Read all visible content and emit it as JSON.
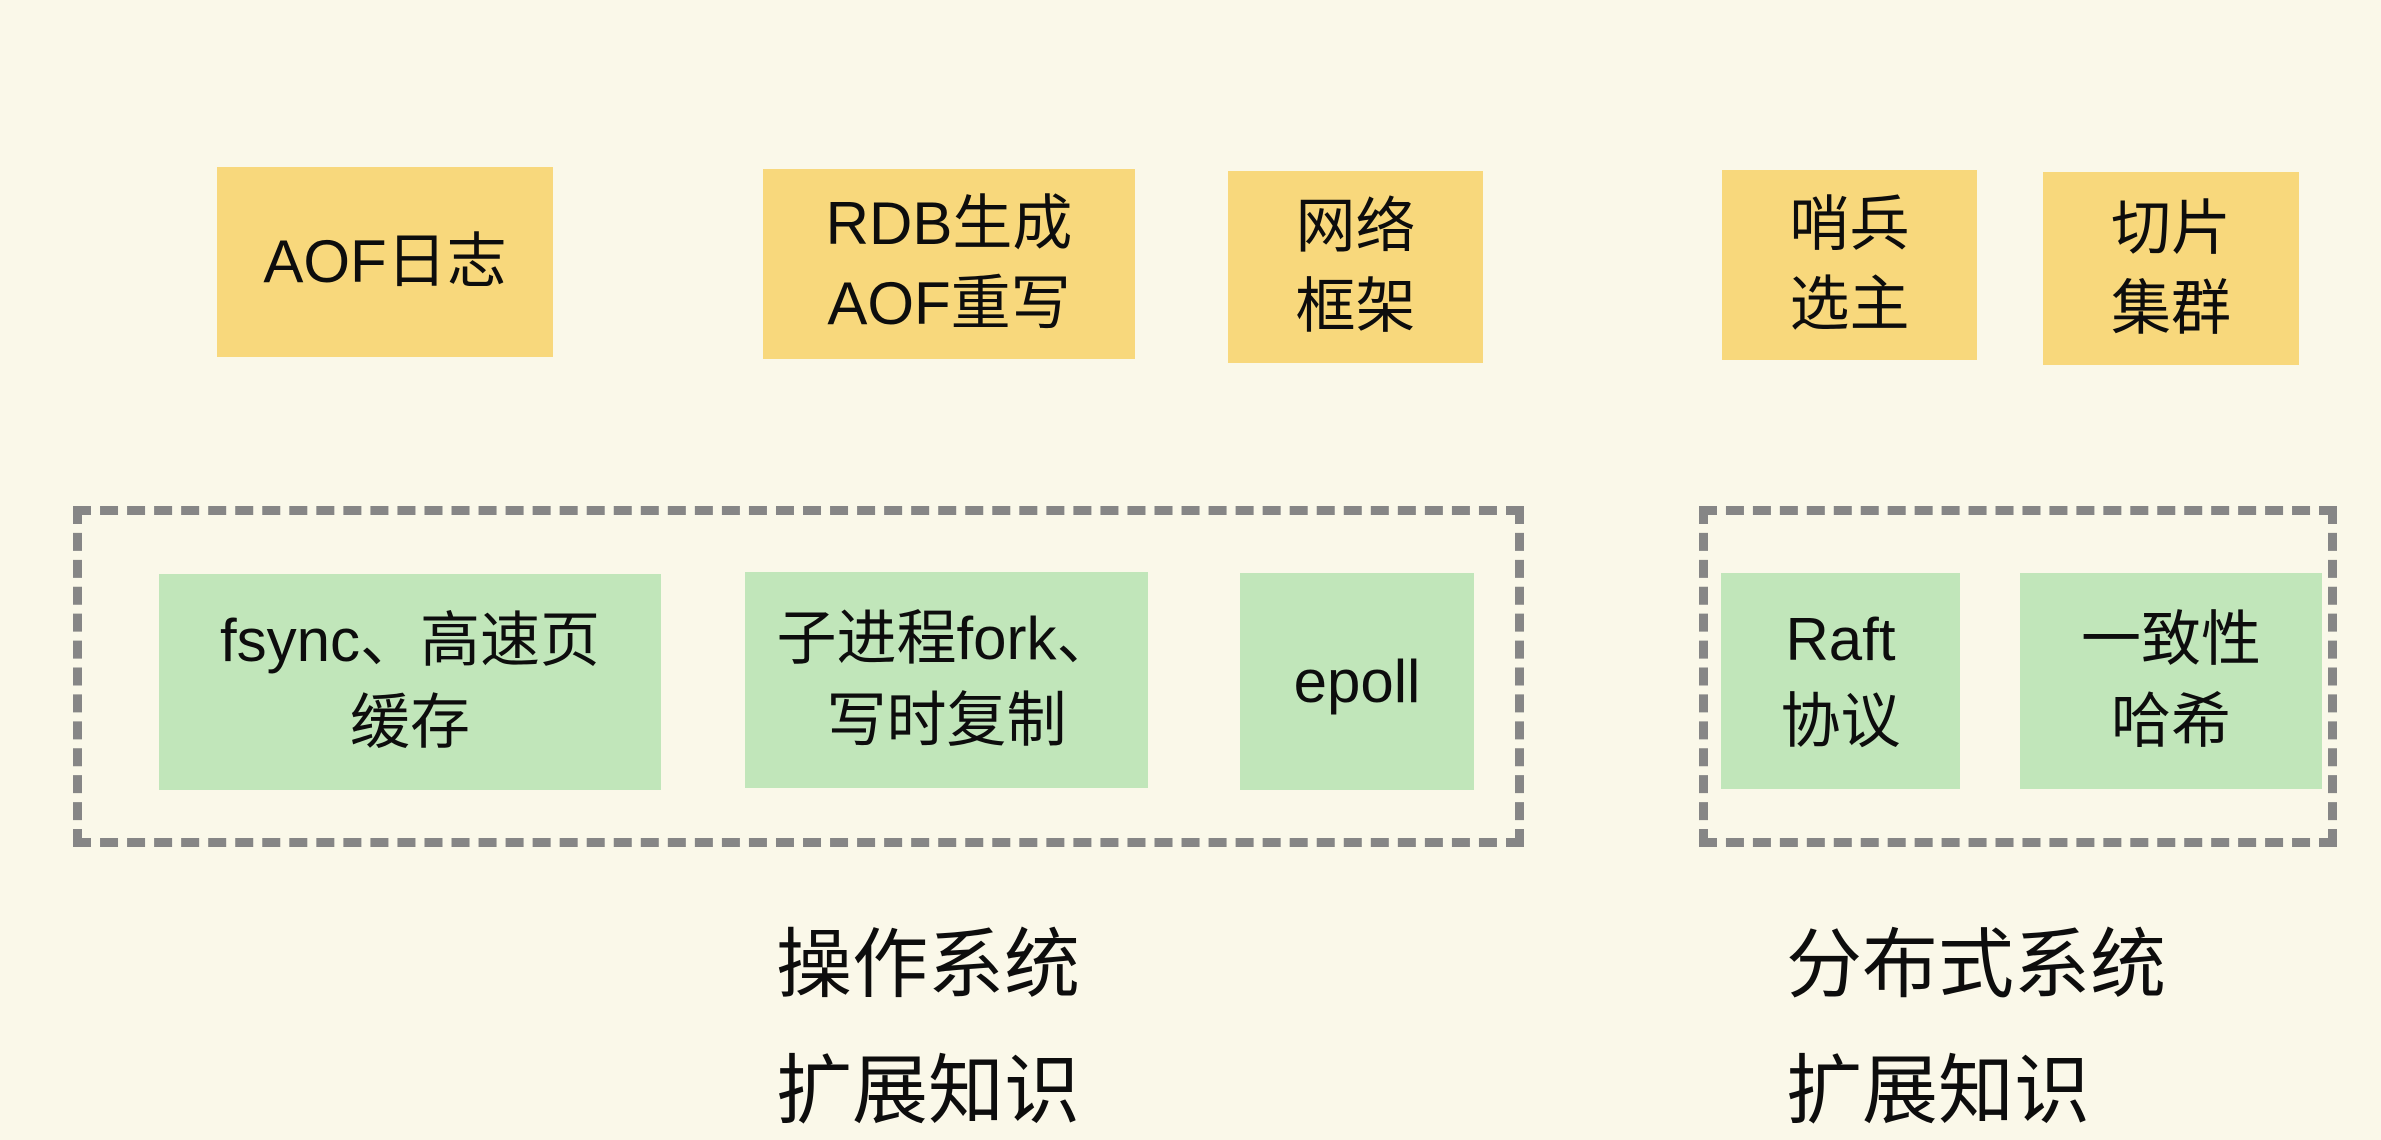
{
  "diagram": {
    "colors": {
      "background": "#faf8e9",
      "topic_fill": "#f8d87c",
      "detail_fill": "#c1e6ba",
      "dash": "#868686",
      "text": "#0d0d0d"
    },
    "topic_row": [
      {
        "label": "AOF日志"
      },
      {
        "label": "RDB生成\nAOF重写"
      },
      {
        "label": "网络\n框架"
      },
      {
        "label": "哨兵\n选主"
      },
      {
        "label": "切片\n集群"
      }
    ],
    "groups": [
      {
        "title": "操作系统\n扩展知识",
        "items": [
          {
            "label": "fsync、高速页\n缓存"
          },
          {
            "label": "子进程fork、\n写时复制"
          },
          {
            "label": "epoll"
          }
        ]
      },
      {
        "title": "分布式系统\n扩展知识",
        "items": [
          {
            "label": "Raft\n协议"
          },
          {
            "label": "一致性\n哈希"
          }
        ]
      }
    ]
  }
}
